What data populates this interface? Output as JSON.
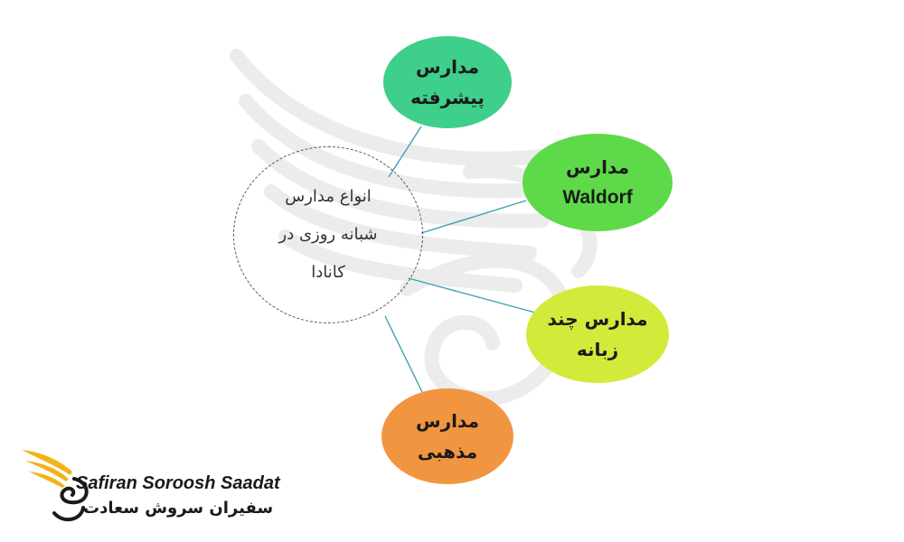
{
  "center": {
    "lines": [
      "انواع مدارس",
      "شبانه روزی در",
      "کانادا"
    ]
  },
  "nodes": [
    {
      "line1": "مدارس",
      "line2": "پیشرفته",
      "color": "#3ecf8a"
    },
    {
      "line1": "مدارس",
      "line2": "Waldorf",
      "color": "#5ed94a"
    },
    {
      "line1": "مدارس چند",
      "line2": "زبانه",
      "color": "#d3ea3a"
    },
    {
      "line1": "مدارس",
      "line2": "مذهبی",
      "color": "#f29540"
    }
  ],
  "connector_color": "#3fa0b6",
  "logo": {
    "brand_en": "Safiran Soroosh Saadat",
    "brand_fa": "سفیران سروش سعادت",
    "colors": {
      "wing": "#f2b318",
      "text": "#1a1a1a"
    }
  }
}
